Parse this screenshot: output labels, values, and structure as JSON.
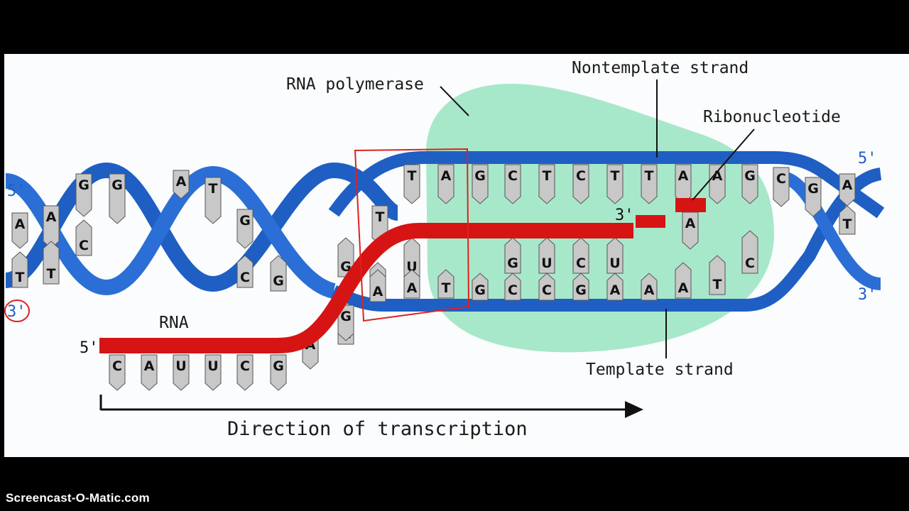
{
  "labels": {
    "rna_polymerase": "RNA polymerase",
    "nontemplate_strand": "Nontemplate strand",
    "ribonucleotide": "Ribonucleotide",
    "rna": "RNA",
    "template_strand": "Template strand",
    "direction": "Direction of transcription"
  },
  "strand_ends": {
    "left_top": "5'",
    "left_bottom": "3'",
    "right_top": "5'",
    "right_bottom": "3'",
    "rna_start": "5'",
    "rna_end": "3'"
  },
  "bases": {
    "left_helix": [
      "A",
      "T",
      "A",
      "T",
      "G",
      "C",
      "G",
      "A",
      "T",
      "G",
      "C",
      "G"
    ],
    "bubble_top": [
      "T",
      "T",
      "A",
      "G",
      "C",
      "T",
      "C",
      "T",
      "T",
      "A",
      "A",
      "G",
      "C",
      "G"
    ],
    "bubble_bottom": [
      "G",
      "G",
      "U",
      "A",
      "U",
      "A",
      "T",
      "G",
      "C",
      "C",
      "G",
      "U",
      "A",
      "C",
      "G",
      "U",
      "A",
      "A",
      "T",
      "C"
    ],
    "rna_strand": [
      "C",
      "A",
      "U",
      "U",
      "C",
      "G",
      "A",
      "G"
    ],
    "ribonucleotide_base": "A",
    "right_helix": [
      "A",
      "T"
    ]
  },
  "watermark": "Screencast-O-Matic.com",
  "colors": {
    "dna_backbone": "#1f5fc4",
    "rna": "#d61414",
    "polymerase": "#9fe6c4",
    "base_fill": "#c8c8c8",
    "annotation": "#e02020"
  }
}
